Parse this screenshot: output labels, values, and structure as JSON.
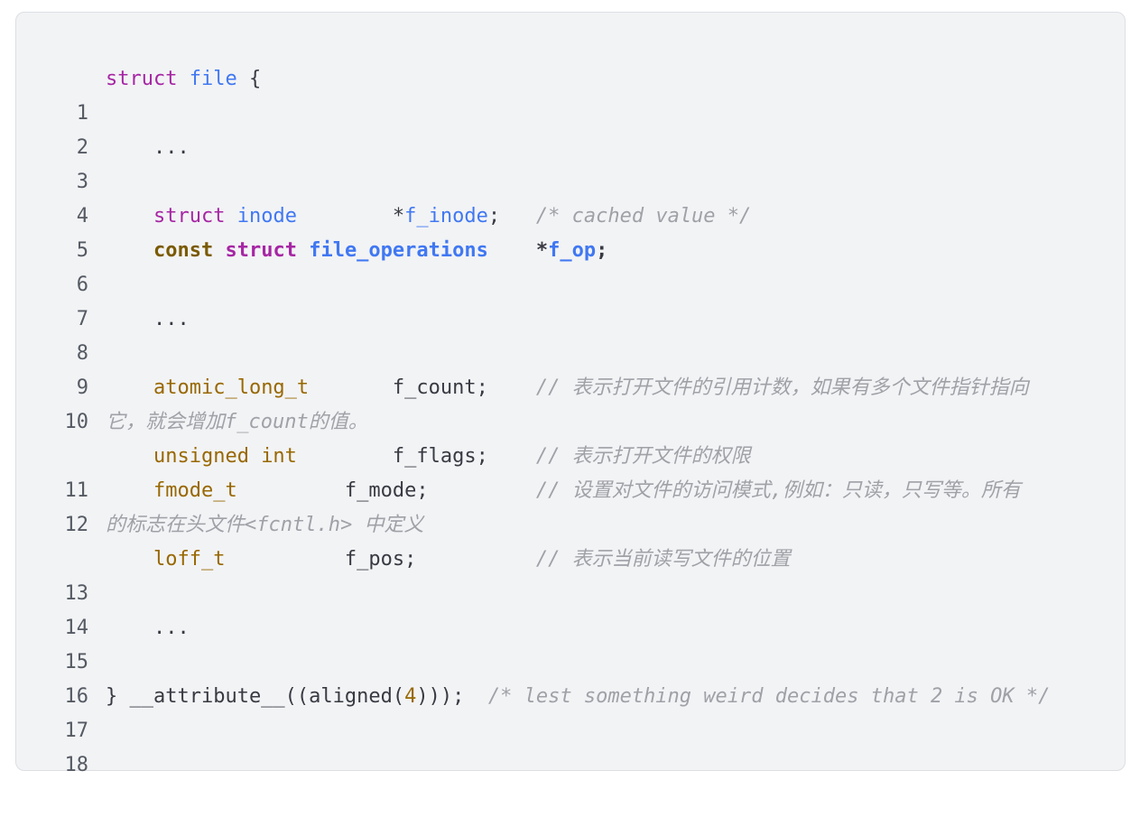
{
  "lines": [
    {
      "n": "1",
      "parts": [
        "struct",
        " ",
        "file",
        " {"
      ]
    },
    {
      "n": "2"
    },
    {
      "n": "3",
      "parts": [
        "    ..."
      ]
    },
    {
      "n": "4"
    },
    {
      "n": "5",
      "parts": [
        "    ",
        "struct",
        " ",
        "inode",
        "        *",
        "f_inode",
        ";   ",
        "/* cached value */"
      ]
    },
    {
      "n": "6",
      "parts": [
        "    ",
        "const",
        " ",
        "struct",
        " ",
        "file_operations",
        "    *",
        "f_op",
        ";"
      ]
    },
    {
      "n": "7"
    },
    {
      "n": "8",
      "parts": [
        "    ..."
      ]
    },
    {
      "n": "9"
    },
    {
      "n": "10",
      "parts": [
        "    ",
        "atomic_long_t",
        "       f_count;    ",
        "// 表示打开文件的引用计数，如果有多个文件指针指向"
      ],
      "cont": "它，就会增加f_count的值。"
    },
    {
      "n": "11",
      "parts": [
        "    ",
        "unsigned int",
        "        f_flags;    ",
        "// 表示打开文件的权限"
      ]
    },
    {
      "n": "12",
      "parts": [
        "    ",
        "fmode_t",
        "         f_mode;         ",
        "// 设置对文件的访问模式,例如：只读，只写等。所有"
      ],
      "cont": "的标志在头文件<fcntl.h> 中定义"
    },
    {
      "n": "13",
      "parts": [
        "    ",
        "loff_t",
        "          f_pos;          ",
        "// 表示当前读写文件的位置"
      ]
    },
    {
      "n": "14"
    },
    {
      "n": "15",
      "parts": [
        "    ..."
      ]
    },
    {
      "n": "16"
    },
    {
      "n": "17",
      "parts": [
        "} __attribute__((aligned(",
        "4",
        ")));  ",
        "/* lest something weird decides that 2 is OK */"
      ]
    },
    {
      "n": "18"
    }
  ]
}
